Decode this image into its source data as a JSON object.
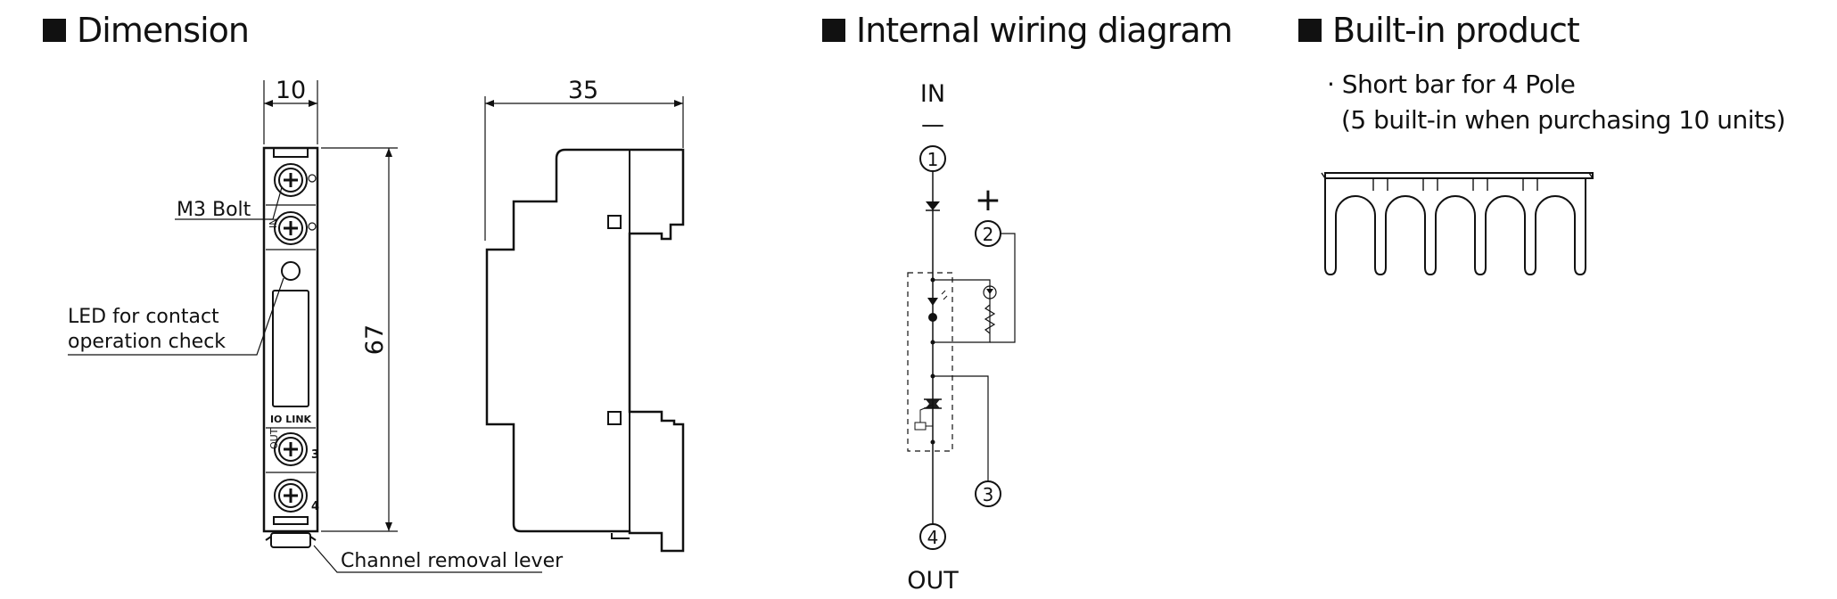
{
  "headings": {
    "dimension": "Dimension",
    "wiring": "Internal wiring diagram",
    "builtin": "Built-in product"
  },
  "dimension": {
    "width_value": "10",
    "depth_value": "35",
    "height_value": "67",
    "m3_bolt": "M3 Bolt",
    "led_line1": "LED for contact",
    "led_line2": "operation check",
    "lever": "Channel removal lever",
    "brand_mark": "IO LINK",
    "in_mark": "IN",
    "out_mark": "OUT",
    "terminal_3": "3",
    "terminal_4": "4"
  },
  "wiring": {
    "in_label": "IN",
    "minus": "—",
    "plus": "+",
    "out_label": "OUT",
    "t1": "1",
    "t2": "2",
    "t3": "3",
    "t4": "4"
  },
  "builtin": {
    "line1": "· Short bar for 4 Pole",
    "line2": "(5 built-in when purchasing 10 units)"
  }
}
